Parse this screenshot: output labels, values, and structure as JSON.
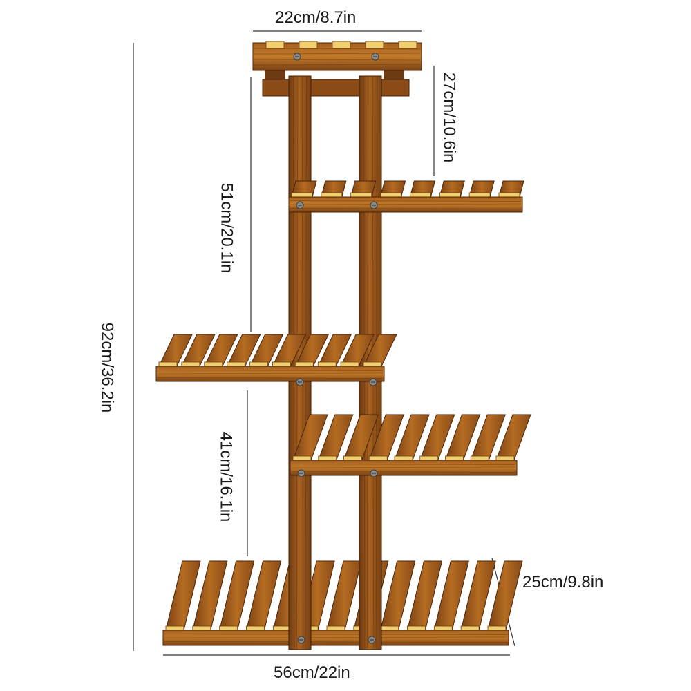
{
  "image": {
    "subject": "five-tier wooden plant stand",
    "palette": {
      "background": "#ffffff",
      "wood_dark": "#6e3a12",
      "wood_mid": "#a8621f",
      "wood_light": "#d9a24a",
      "slat_end": "#f0cf6e",
      "screw": "#8a8a8a",
      "dimension_line": "#333333"
    }
  },
  "dimensions": {
    "top_width": "22cm/8.7in",
    "top_tier_height": "27cm/10.6in",
    "upper_gap": "51cm/20.1in",
    "total_height": "92cm/36.2in",
    "lower_gap": "41cm/16.1in",
    "depth": "25cm/9.8in",
    "base_width": "56cm/22in"
  }
}
